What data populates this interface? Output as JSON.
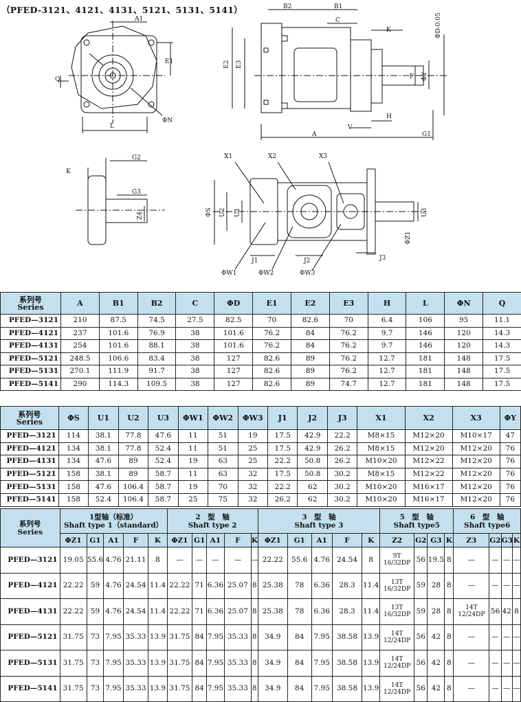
{
  "title": "（PFED-3121、4121、4131、5121、5131、5141）",
  "drawing_labels": {
    "B2": "B2",
    "B1": "B1",
    "A1": "A1",
    "C": "C",
    "K": "K",
    "D": "ΦD-0.05",
    "E1": "E1",
    "E2": "E2",
    "E3": "E3",
    "F": "F",
    "Y": "ΦY",
    "Q": "Q",
    "N": "ΦN",
    "L": "L",
    "H": "H",
    "V": "V",
    "A": "A",
    "G1": "G1",
    "K2": "K",
    "G2": "G2",
    "G3": "G3",
    "Z4": "Z4",
    "X1": "X1",
    "X2": "X2",
    "X3": "X3",
    "S": "ΦS",
    "U2": "U2",
    "U1": "U1",
    "U3": "U3",
    "Z1": "ΦZ1",
    "J1": "J1",
    "J2": "J2",
    "J3": "J3",
    "W1": "ΦW1",
    "W2": "ΦW2",
    "W3": "ΦW3"
  },
  "table1": {
    "series_cn": "系列号",
    "series_en": "Series",
    "headers": [
      "A",
      "B1",
      "B2",
      "C",
      "ΦD",
      "E1",
      "E2",
      "E3",
      "H",
      "L",
      "ΦN",
      "Q"
    ],
    "rows": [
      {
        "series": "PFED—3121",
        "cells": [
          "210",
          "87.5",
          "74.5",
          "27.5",
          "82.5",
          "70",
          "82.6",
          "70",
          "6.4",
          "106",
          "95",
          "11.1"
        ]
      },
      {
        "series": "PFED—4121",
        "cells": [
          "237",
          "101.6",
          "76.9",
          "38",
          "101.6",
          "76.2",
          "84",
          "76.2",
          "9.7",
          "146",
          "120",
          "14.3"
        ]
      },
      {
        "series": "PFED—4131",
        "cells": [
          "254",
          "101.6",
          "88.1",
          "38",
          "101.6",
          "76.2",
          "84",
          "76.2",
          "9.7",
          "146",
          "120",
          "14.3"
        ]
      },
      {
        "series": "PFED—5121",
        "cells": [
          "248.5",
          "106.6",
          "83.4",
          "38",
          "127",
          "82.6",
          "89",
          "76.2",
          "12.7",
          "181",
          "148",
          "17.5"
        ]
      },
      {
        "series": "PFED—5131",
        "cells": [
          "270.1",
          "111.9",
          "91.7",
          "38",
          "127",
          "82.6",
          "89",
          "76.2",
          "12.7",
          "181",
          "148",
          "17.5"
        ]
      },
      {
        "series": "PFED—5141",
        "cells": [
          "290",
          "114.3",
          "109.5",
          "38",
          "127",
          "82.6",
          "89",
          "74.7",
          "12.7",
          "181",
          "148",
          "17.5"
        ]
      }
    ]
  },
  "table2": {
    "series_cn": "系列号",
    "series_en": "Series",
    "headers": [
      "ΦS",
      "U1",
      "U2",
      "U3",
      "ΦW1",
      "ΦW2",
      "ΦW3",
      "J1",
      "J2",
      "J3",
      "X1",
      "X2",
      "X3",
      "ΦY"
    ],
    "rows": [
      {
        "series": "PFED—3121",
        "cells": [
          "114",
          "38.1",
          "77.8",
          "47.6",
          "11",
          "51",
          "19",
          "17.5",
          "42.9",
          "22.2",
          "M8×15",
          "M12×20",
          "M10×17",
          "47"
        ]
      },
      {
        "series": "PFED—4121",
        "cells": [
          "134",
          "38.1",
          "77.8",
          "52.4",
          "11",
          "51",
          "25",
          "17.5",
          "42.9",
          "26.2",
          "M8×15",
          "M12×20",
          "M12×20",
          "76"
        ]
      },
      {
        "series": "PFED—4131",
        "cells": [
          "134",
          "47.6",
          "89",
          "52.4",
          "19",
          "63",
          "25",
          "22.2",
          "50.8",
          "26.2",
          "M10×20",
          "M12×22",
          "M12×20",
          "76"
        ]
      },
      {
        "series": "PFED—5121",
        "cells": [
          "158",
          "38.1",
          "89",
          "58.7",
          "11",
          "63",
          "32",
          "17.5",
          "50.8",
          "30.2",
          "M8×15",
          "M12×22",
          "M12×20",
          "76"
        ]
      },
      {
        "series": "PFED—5131",
        "cells": [
          "158",
          "47.6",
          "106.4",
          "58.7",
          "19",
          "70",
          "32",
          "22.2",
          "62",
          "30.2",
          "M10×20",
          "M16×17",
          "M12×20",
          "76"
        ]
      },
      {
        "series": "PFED—5141",
        "cells": [
          "158",
          "52.4",
          "106.4",
          "58.7",
          "25",
          "75",
          "32",
          "26.2",
          "62",
          "30.2",
          "M10×20",
          "M16×17",
          "M12×20",
          "76"
        ]
      }
    ]
  },
  "table3": {
    "series_cn": "系列号",
    "series_en": "Series",
    "groups": [
      {
        "cn": "1型轴（标准）",
        "en": "Shaft type 1（standard）"
      },
      {
        "cn": "2　型　轴",
        "en": "Shaft type 2"
      },
      {
        "cn": "3　型　轴",
        "en": "Shaft type 3"
      },
      {
        "cn": "5　型　轴",
        "en": "Shaft type5"
      },
      {
        "cn": "6　型　轴",
        "en": "Shaft type6"
      }
    ],
    "subheaders": [
      "ΦZ1",
      "G1",
      "A1",
      "F",
      "K",
      "ΦZ1",
      "G1",
      "A1",
      "F",
      "K",
      "ΦZ1",
      "G1",
      "A1",
      "F",
      "K",
      "Z2",
      "G2",
      "G3",
      "K",
      "Z3",
      "G2",
      "G3",
      "K"
    ],
    "rows": [
      {
        "series": "PFED—3121",
        "cells": [
          "19.05",
          "55.6",
          "4.76",
          "21.11",
          "8",
          "—",
          "—",
          "—",
          "—",
          "—",
          "22.22",
          "55.6",
          "4.76",
          "24.54",
          "8",
          "9T|16/32DP",
          "56",
          "19.5",
          "8",
          "—",
          "—",
          "—",
          "—"
        ]
      },
      {
        "series": "PFED—4121",
        "cells": [
          "22.22",
          "59",
          "4.76",
          "24.54",
          "11.4",
          "22.22",
          "71",
          "6.36",
          "25.07",
          "8",
          "25.38",
          "78",
          "6.36",
          "28.3",
          "11.4",
          "13T|16/32DP",
          "59",
          "28",
          "8",
          "—",
          "—",
          "—",
          "—"
        ]
      },
      {
        "series": "PFED—4131",
        "cells": [
          "22.22",
          "59",
          "4.76",
          "24.54",
          "11.4",
          "22.22",
          "71",
          "6.36",
          "25.07",
          "8",
          "25.38",
          "78",
          "6.36",
          "28.3",
          "11.4",
          "13T|16/32DP",
          "59",
          "28",
          "8",
          "14T|12/24DP",
          "56",
          "42",
          "8"
        ]
      },
      {
        "series": "PFED—5121",
        "cells": [
          "31.75",
          "73",
          "7.95",
          "35.33",
          "13.9",
          "31.75",
          "84",
          "7.95",
          "35.33",
          "8",
          "34.9",
          "84",
          "7.95",
          "38.58",
          "13.9",
          "14T|12/24DP",
          "56",
          "42",
          "8",
          "—",
          "—",
          "—",
          "—"
        ]
      },
      {
        "series": "PFED—5131",
        "cells": [
          "31.75",
          "73",
          "7.95",
          "35.33",
          "13.9",
          "31.75",
          "84",
          "7.95",
          "35.33",
          "8",
          "34.9",
          "84",
          "7.95",
          "38.58",
          "13.9",
          "14T|12/24DP",
          "56",
          "42",
          "8",
          "—",
          "—",
          "—",
          "—"
        ]
      },
      {
        "series": "PFED—5141",
        "cells": [
          "31.75",
          "73",
          "7.95",
          "35.33",
          "13.9",
          "31.75",
          "84",
          "7.95",
          "35.33",
          "8",
          "34.9",
          "84",
          "7.95",
          "38.58",
          "13.9",
          "14T|12/24DP",
          "56",
          "42",
          "8",
          "—",
          "—",
          "—",
          "—"
        ]
      }
    ]
  }
}
